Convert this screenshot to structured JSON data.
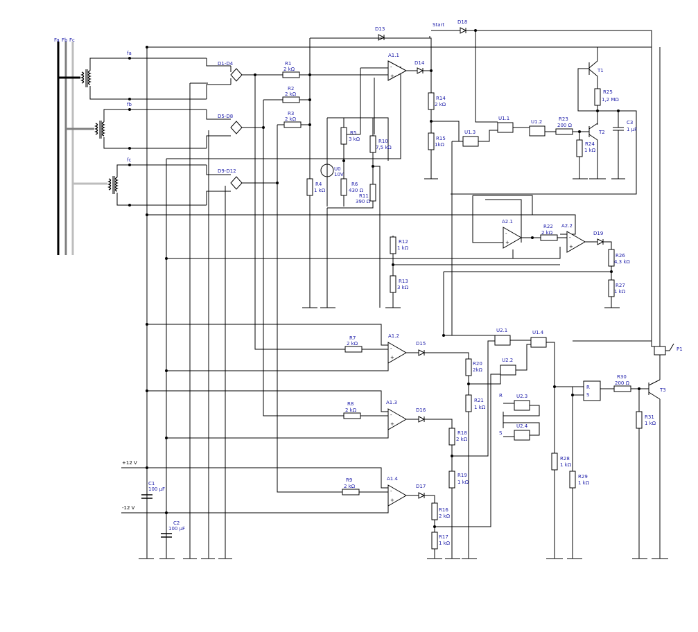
{
  "phases": {
    "a": "Fa",
    "b": "Fb",
    "c": "Fc"
  },
  "fa": "fa",
  "fb": "fb",
  "fc": "fc",
  "bridges": [
    "D1-D4",
    "D5-D8",
    "D9-D12"
  ],
  "start": "Start",
  "diodes": {
    "d13": "D13",
    "d18": "D18",
    "d14": "D14",
    "d15": "D15",
    "d16": "D16",
    "d17": "D17",
    "d19": "D19"
  },
  "opamps": {
    "a11": "A1.1",
    "a12": "A1.2",
    "a13": "A1.3",
    "a14": "A1.4",
    "a21": "A2.1",
    "a22": "A2.2"
  },
  "gates": {
    "u11": "U1.1",
    "u12": "U1.2",
    "u13": "U1.3",
    "u14": "U1.4",
    "u21": "U2.1",
    "u22": "U2.2",
    "u23": "U2.3",
    "u24": "U2.4"
  },
  "resistors": {
    "r1": {
      "n": "R1",
      "v": "2 kΩ"
    },
    "r2": {
      "n": "R2",
      "v": "2 kΩ"
    },
    "r3": {
      "n": "R3",
      "v": "2 kΩ"
    },
    "r4": {
      "n": "R4",
      "v": "1 kΩ"
    },
    "r5": {
      "n": "R5",
      "v": "3 kΩ"
    },
    "r6": {
      "n": "R6",
      "v": "430 Ω"
    },
    "r7": {
      "n": "R7",
      "v": "2 kΩ"
    },
    "r8": {
      "n": "R8",
      "v": "2 kΩ"
    },
    "r9": {
      "n": "R9",
      "v": "2 kΩ"
    },
    "r10": {
      "n": "R10",
      "v": "7,5 kΩ"
    },
    "r11": {
      "n": "R11",
      "v": "390 Ω"
    },
    "r12": {
      "n": "R12",
      "v": "1 kΩ"
    },
    "r13": {
      "n": "R13",
      "v": "3 kΩ"
    },
    "r14": {
      "n": "R14",
      "v": "2 kΩ"
    },
    "r15": {
      "n": "R15",
      "v": "1kΩ"
    },
    "r16": {
      "n": "R16",
      "v": "2 kΩ"
    },
    "r17": {
      "n": "R17",
      "v": "1 kΩ"
    },
    "r18": {
      "n": "R18",
      "v": "2 kΩ"
    },
    "r19": {
      "n": "R19",
      "v": "1 kΩ"
    },
    "r20": {
      "n": "R20",
      "v": "2kΩ"
    },
    "r21": {
      "n": "R21",
      "v": "1 kΩ"
    },
    "r22": {
      "n": "R22",
      "v": "2 kΩ"
    },
    "r23": {
      "n": "R23",
      "v": "200 Ω"
    },
    "r24": {
      "n": "R24",
      "v": "1 kΩ"
    },
    "r25": {
      "n": "R25",
      "v": "1,2 MΩ"
    },
    "r26": {
      "n": "R26",
      "v": "4,3 kΩ"
    },
    "r27": {
      "n": "R27",
      "v": "1 kΩ"
    },
    "r28": {
      "n": "R28",
      "v": "1 kΩ"
    },
    "r29": {
      "n": "R29",
      "v": "1 kΩ"
    },
    "r30": {
      "n": "R30",
      "v": "200 Ω"
    },
    "r31": {
      "n": "R31",
      "v": "1 kΩ"
    }
  },
  "caps": {
    "c1": {
      "n": "C1",
      "v": "100 µF"
    },
    "c2": {
      "n": "C2",
      "v": "100 µF"
    },
    "c3": {
      "n": "C3",
      "v": "1 µF"
    }
  },
  "transistors": {
    "t1": "T1",
    "t2": "T2",
    "t3": "T3"
  },
  "ref": {
    "n": "U0",
    "v": "10V"
  },
  "relay": "P1",
  "rs": {
    "r": "R",
    "s": "S"
  },
  "rs_small": {
    "r": "R",
    "s": "S"
  },
  "supply": {
    "pos": "+12 V",
    "neg": "-12 V"
  }
}
